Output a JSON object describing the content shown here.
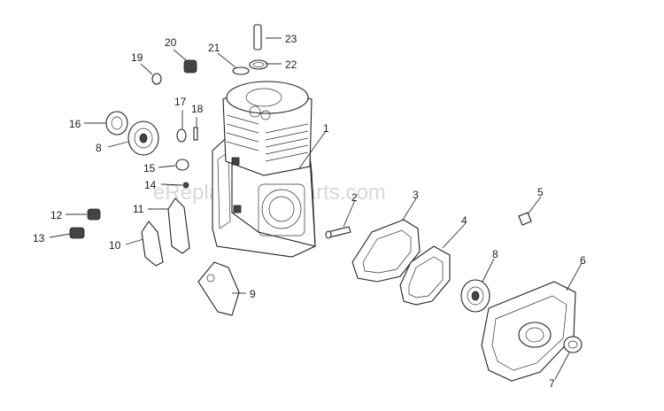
{
  "watermark": "eReplacementParts.com",
  "callouts": {
    "c1": "1",
    "c2": "2",
    "c3": "3",
    "c4": "4",
    "c5": "5",
    "c6": "6",
    "c7": "7",
    "c8a": "8",
    "c8b": "8",
    "c9": "9",
    "c10": "10",
    "c11": "11",
    "c12": "12",
    "c13": "13",
    "c14": "14",
    "c15": "15",
    "c16": "16",
    "c17": "17",
    "c18": "18",
    "c19": "19",
    "c20": "20",
    "c21": "21",
    "c22": "22",
    "c23": "23"
  }
}
